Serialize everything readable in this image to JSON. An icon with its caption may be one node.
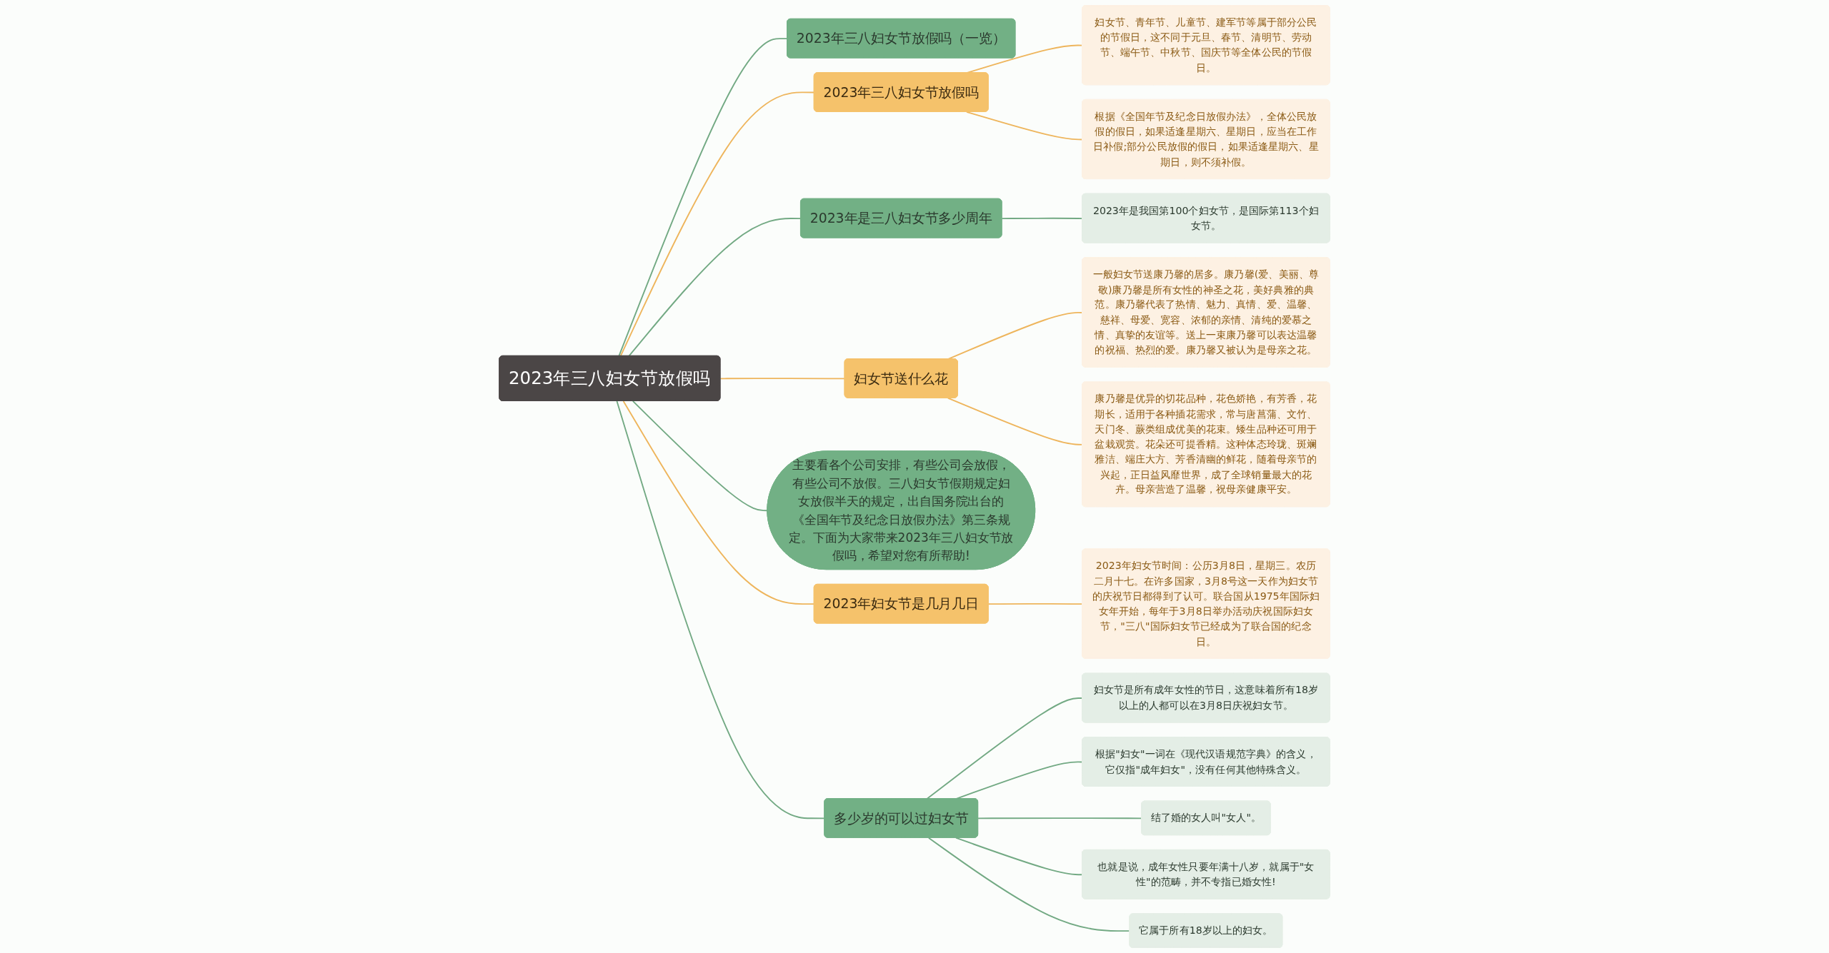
{
  "diagram": {
    "nodes": [
      {
        "text": [
          "2023年三八妇女节放假吗"
        ]
      },
      {
        "text": [
          "2023年三八妇女节放假吗（一览）"
        ]
      },
      {
        "text": [
          "2023年三八妇女节放假吗"
        ]
      },
      {
        "text": [
          "妇女节、青年节、儿童节、建军节等属于部分公民的节假日，这不同于元旦、春节、清明节、劳动节、端午节、中秋节、国庆节等全体公民的节假日。"
        ]
      },
      {
        "text": [
          "根据《全国年节及纪念日放假办法》，全体公民放假的假日，如果适逢星期六、星期日，应当在工作日补假;部分公民放假的假日，如果适逢星期六、星期日，则不须补假。"
        ]
      },
      {
        "text": [
          "2023年是三八妇女节多少周年"
        ]
      },
      {
        "text": [
          "2023年是我国第100个妇女节，是国际第113个妇女节。"
        ]
      },
      {
        "text": [
          "妇女节送什么花"
        ]
      },
      {
        "text": [
          "一般妇女节送康乃馨的居多。康乃馨(爱、美丽、尊敬)康乃馨是所有女性的神圣之花，美好典雅的典范。康乃馨代表了热情、魅力、真情、爱、温馨、慈祥、母爱、宽容、浓郁的亲情、清纯的爱慕之情、真挚的友谊等。送上一束康乃馨可以表达温馨的祝福、热烈的爱。康乃馨又被认为是母亲之花。"
        ]
      },
      {
        "text": [
          "康乃馨是优异的切花品种，花色娇艳，有芳香，花期长，适用于各种插花需求，常与唐菖蒲、文竹、天门冬、蕨类组成优美的花束。矮生品种还可用于盆栽观赏。花朵还可提香精。这种体态玲珑、斑斓雅洁、端庄大方、芳香清幽的鲜花，随着母亲节的兴起，正日益风靡世界，成了全球销量最大的花卉。母亲营造了温馨，祝母亲健康平安。"
        ]
      },
      {
        "text": [
          "主要看各个公司安排，有些公司会放假，有些公司不放假。三八妇女节假期规定妇女放假半天的规定，出自国务院出台的《全国年节及纪念日放假办法》第三条规定。下面为大家带来2023年三八妇女节放假吗，希望对您有所帮助!"
        ]
      },
      {
        "text": [
          "2023年妇女节是几月几日"
        ]
      },
      {
        "text": [
          "2023年妇女节时间：公历3月8日，星期三。农历二月十七。在许多国家，3月8号这一天作为妇女节的庆祝节日都得到了认可。联合国从1975年国际妇女年开始，每年于3月8日举办活动庆祝国际妇女节，\"三八\"国际妇女节已经成为了联合国的纪念日。"
        ]
      },
      {
        "text": [
          "多少岁的可以过妇女节"
        ]
      },
      {
        "text": [
          "妇女节是所有成年女性的节日，这意味着所有18岁以上的人都可以在3月8日庆祝妇女节。"
        ]
      },
      {
        "text": [
          "根据\"妇女\"一词在《现代汉语规范字典》的含义，它仅指\"成年妇女\"，没有任何其他特殊含义。"
        ]
      },
      {
        "text": [
          "结了婚的女人叫\"女人\"。"
        ]
      },
      {
        "text": [
          "也就是说，成年女性只要年满十八岁，就属于\"女性\"的范畴，并不专指已婚女性!"
        ]
      },
      {
        "text": [
          "它属于所有18岁以上的妇女。"
        ]
      }
    ],
    "edges": [
      {
        "from": 0,
        "to": 1,
        "arrow": "none"
      },
      {
        "from": 0,
        "to": 2,
        "arrow": "none",
        "color": "#eeb55c"
      },
      {
        "from": 2,
        "to": 3,
        "arrow": "none",
        "color": "#eeb55c"
      },
      {
        "from": 2,
        "to": 4,
        "arrow": "none",
        "color": "#eeb55c"
      },
      {
        "from": 0,
        "to": 5,
        "arrow": "none"
      },
      {
        "from": 5,
        "to": 6,
        "arrow": "none"
      },
      {
        "from": 0,
        "to": 7,
        "arrow": "none",
        "color": "#eeb55c"
      },
      {
        "from": 7,
        "to": 8,
        "arrow": "none",
        "color": "#eeb55c"
      },
      {
        "from": 7,
        "to": 9,
        "arrow": "none",
        "color": "#eeb55c"
      },
      {
        "from": 0,
        "to": 10,
        "arrow": "none"
      },
      {
        "from": 0,
        "to": 11,
        "arrow": "none",
        "color": "#eeb55c"
      },
      {
        "from": 11,
        "to": 12,
        "arrow": "none",
        "color": "#eeb55c"
      },
      {
        "from": 0,
        "to": 13,
        "arrow": "none"
      },
      {
        "from": 13,
        "to": 14,
        "arrow": "none"
      },
      {
        "from": 13,
        "to": 15,
        "arrow": "none"
      },
      {
        "from": 13,
        "to": 16,
        "arrow": "none"
      },
      {
        "from": 13,
        "to": 17,
        "arrow": "none"
      },
      {
        "from": 13,
        "to": 18,
        "arrow": "none"
      }
    ]
  }
}
